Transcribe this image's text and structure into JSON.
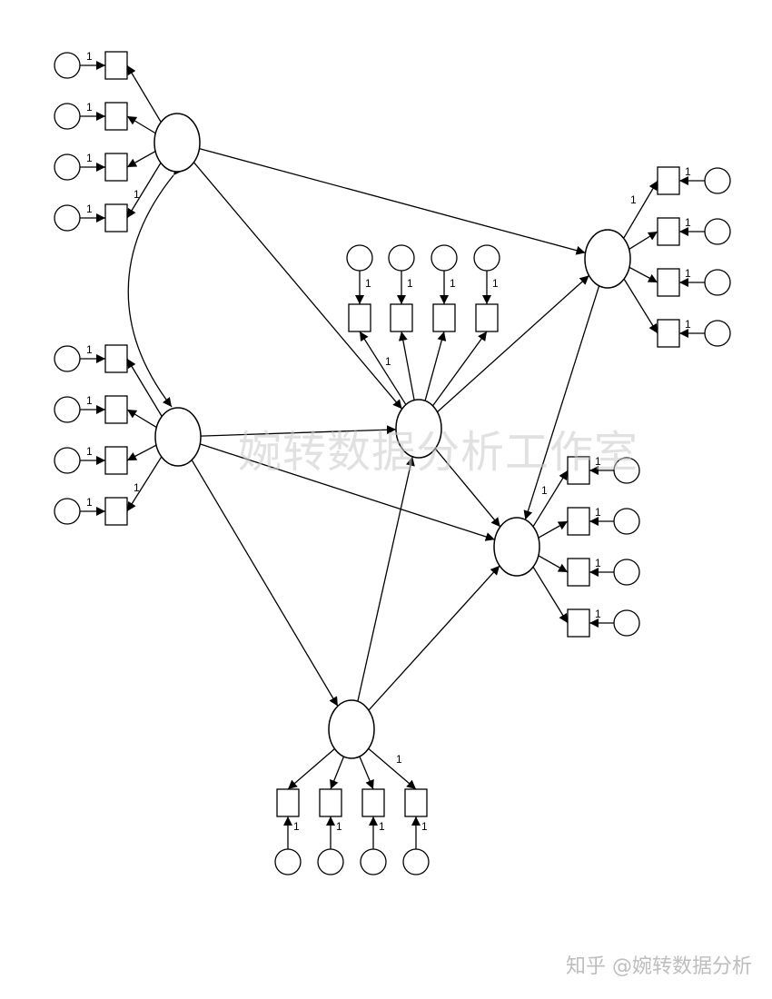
{
  "fixed_label": "1",
  "watermark": "婉转数据分析工作室",
  "credit": "知乎 @婉转数据分析"
}
